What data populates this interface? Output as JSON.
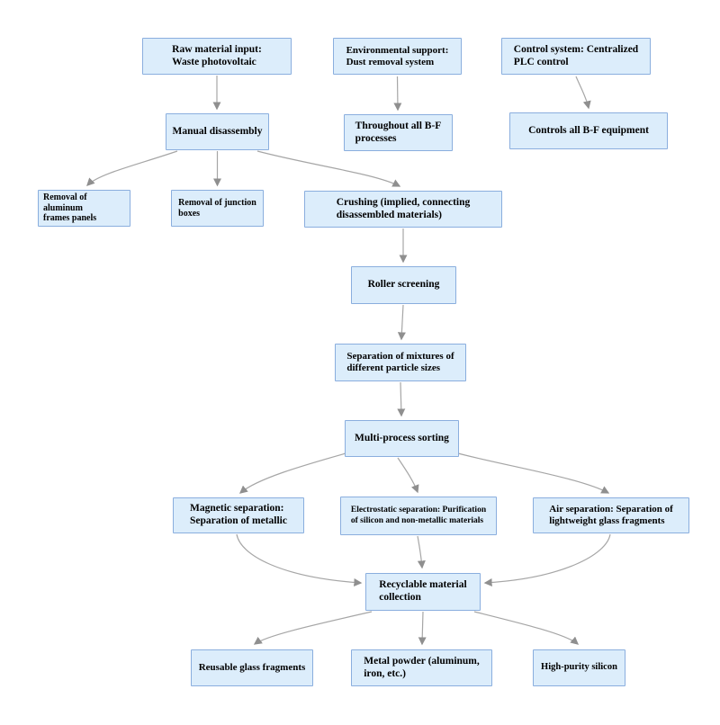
{
  "diagram": {
    "type": "flowchart",
    "colors": {
      "background": "#ffffff",
      "node_fill": "#dcedfb",
      "node_border": "#8aaede",
      "node_text": "#000000",
      "arrow_line": "#a6a6a6",
      "arrow_head": "#8f8f8f"
    },
    "nodes": {
      "raw": {
        "text": "Raw material input:\nWaste photovoltaic"
      },
      "env": {
        "text": "Environmental support:\nDust removal system"
      },
      "control": {
        "text": "Control system: Centralized\nPLC control"
      },
      "manual": {
        "text": "Manual disassembly"
      },
      "throughout": {
        "text": "Throughout all B-F\nprocesses"
      },
      "controls_eq": {
        "text": "Controls all B-F equipment"
      },
      "rem_alum": {
        "text": "Removal of aluminum\nframes panels"
      },
      "rem_junc": {
        "text": "Removal of junction\nboxes"
      },
      "crushing": {
        "text": "Crushing (implied, connecting\ndisassembled materials)"
      },
      "roller": {
        "text": "Roller screening"
      },
      "sep_mix": {
        "text": "Separation of mixtures of\ndifferent particle sizes"
      },
      "multi": {
        "text": "Multi-process sorting"
      },
      "magnetic": {
        "text": "Magnetic separation:\nSeparation of metallic"
      },
      "electro": {
        "text": "Electrostatic separation: Purification\nof silicon and non-metallic materials"
      },
      "air": {
        "text": "Air separation: Separation of\nlightweight glass fragments"
      },
      "recyclable": {
        "text": "Recyclable material\ncollection"
      },
      "reusable": {
        "text": "Reusable glass fragments"
      },
      "metal": {
        "text": "Metal powder (aluminum,\niron, etc.)"
      },
      "high_purity": {
        "text": "High-purity silicon"
      }
    },
    "edges": [
      {
        "from": "raw",
        "to": "manual"
      },
      {
        "from": "env",
        "to": "throughout"
      },
      {
        "from": "control",
        "to": "controls_eq"
      },
      {
        "from": "manual",
        "to": "rem_alum"
      },
      {
        "from": "manual",
        "to": "rem_junc"
      },
      {
        "from": "manual",
        "to": "crushing"
      },
      {
        "from": "crushing",
        "to": "roller"
      },
      {
        "from": "roller",
        "to": "sep_mix"
      },
      {
        "from": "sep_mix",
        "to": "multi"
      },
      {
        "from": "multi",
        "to": "magnetic"
      },
      {
        "from": "multi",
        "to": "electro"
      },
      {
        "from": "multi",
        "to": "air"
      },
      {
        "from": "magnetic",
        "to": "recyclable"
      },
      {
        "from": "electro",
        "to": "recyclable"
      },
      {
        "from": "air",
        "to": "recyclable"
      },
      {
        "from": "recyclable",
        "to": "reusable"
      },
      {
        "from": "recyclable",
        "to": "metal"
      },
      {
        "from": "recyclable",
        "to": "high_purity"
      }
    ]
  }
}
